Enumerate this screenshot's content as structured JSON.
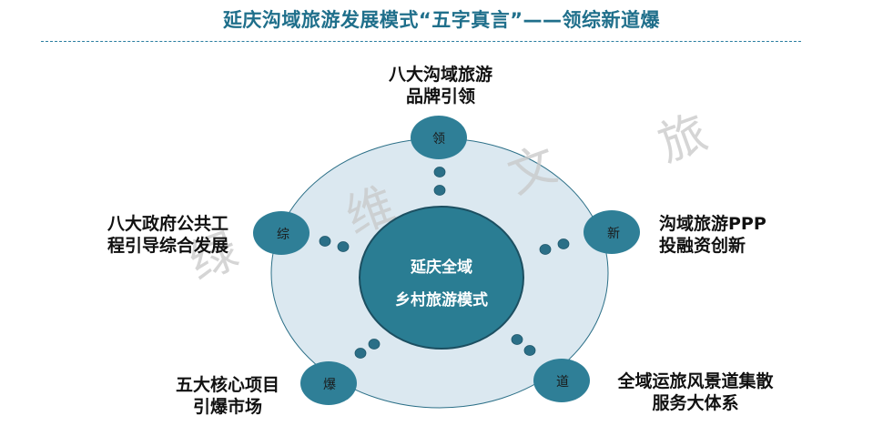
{
  "title": "延庆沟域旅游发展模式“五字真言”——领综新道爆",
  "center": {
    "line1": "延庆全域",
    "line2": "乡村旅游模式"
  },
  "nodes": {
    "top": {
      "char": "领",
      "label": [
        "八大沟域旅游",
        "品牌引领"
      ]
    },
    "left": {
      "char": "综",
      "label": [
        "八大政府公共工",
        "程引导综合发展"
      ]
    },
    "right": {
      "char": "新",
      "label": [
        "沟域旅游PPP",
        "投融资创新"
      ]
    },
    "bottom_left": {
      "char": "爆",
      "label": [
        "五大核心项目",
        "引爆市场"
      ]
    },
    "bottom_right": {
      "char": "道",
      "label": [
        "全域运旅风景道集散",
        "服务大体系"
      ]
    }
  },
  "watermark": [
    "绿",
    "维",
    "文",
    "旅"
  ],
  "colors": {
    "title": "#1f6f8b",
    "outer_ring": "#dbe8f0",
    "node_fill": "#2f7f97",
    "dots": "#2b6f87",
    "center_fill": "#2a7d93"
  }
}
